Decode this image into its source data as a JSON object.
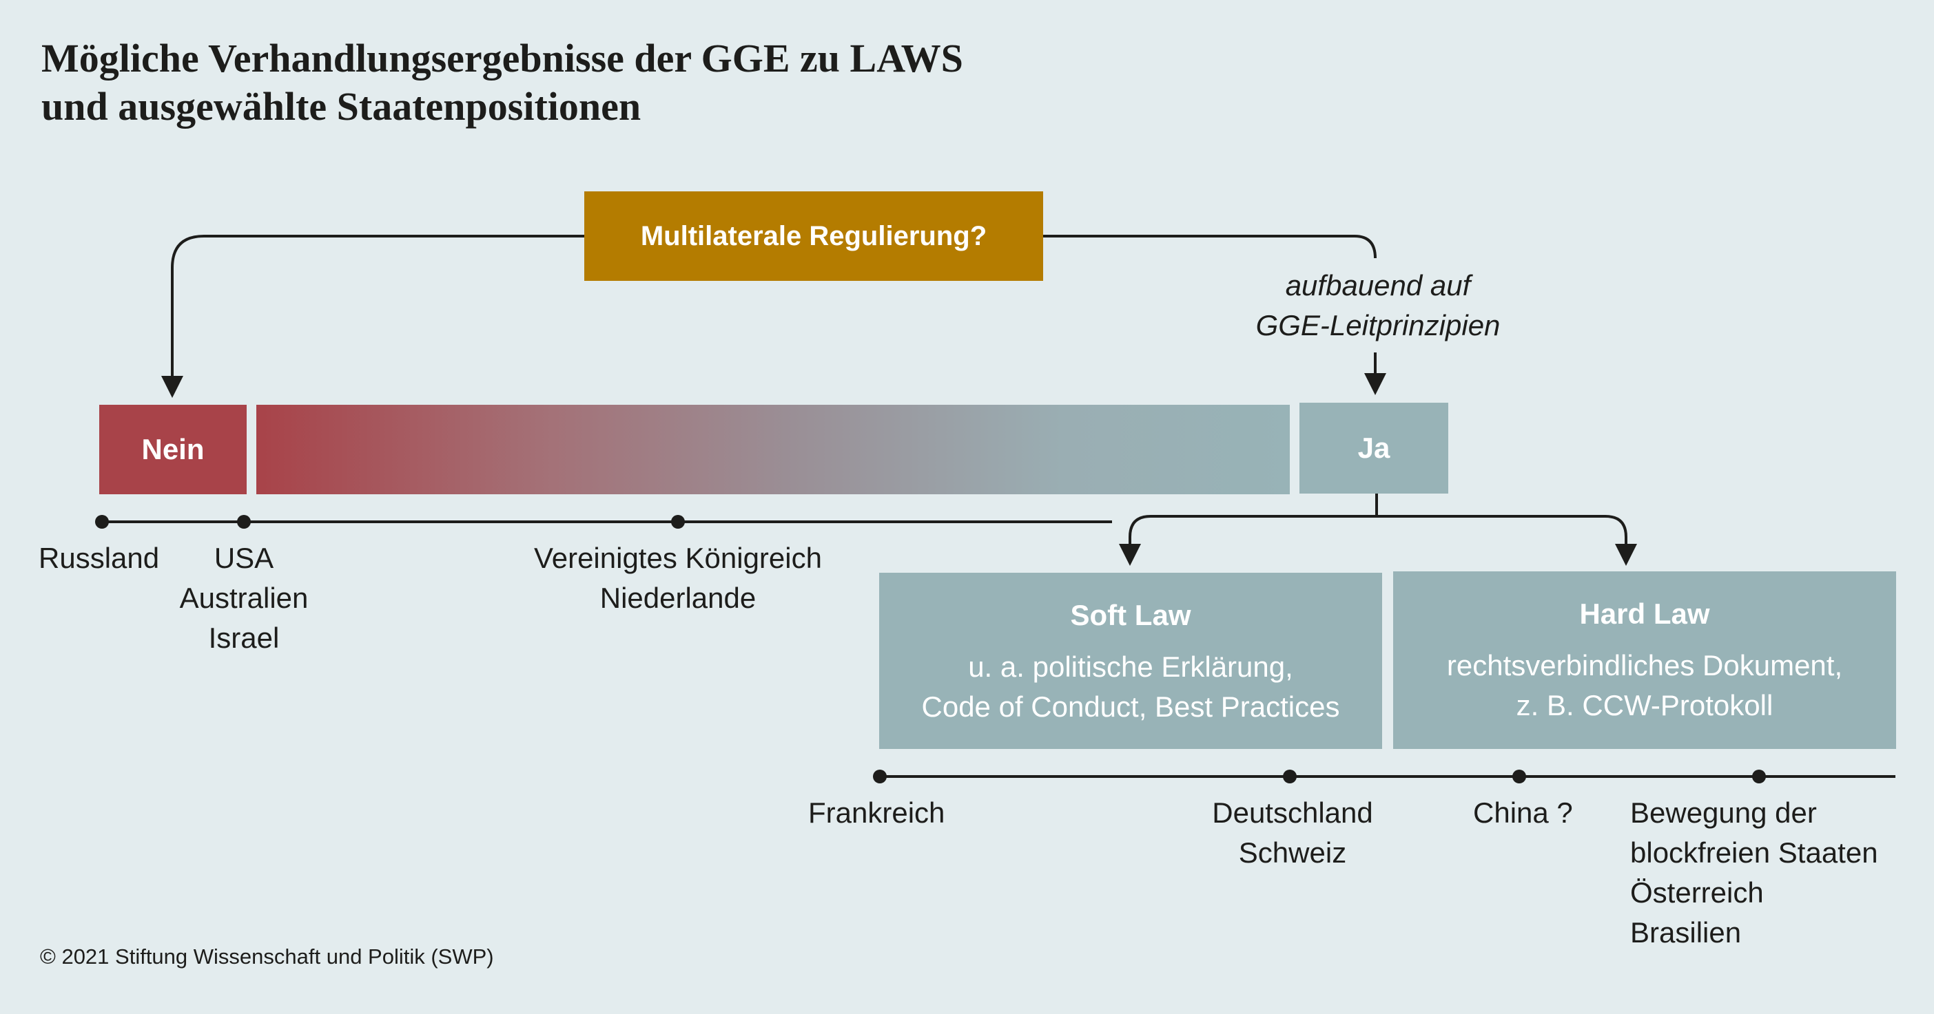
{
  "title": {
    "line1": "Mögliche Verhandlungsergebnisse der GGE zu LAWS",
    "line2": "und ausgewählte Staatenpositionen"
  },
  "question": "Multilaterale Regulierung?",
  "note": {
    "line1": "aufbauend auf",
    "line2": "GGE-Leitprinzipien"
  },
  "nein": "Nein",
  "ja": "Ja",
  "soft_law": {
    "title": "Soft Law",
    "line1": "u. a. politische Erklärung,",
    "line2": "Code of Conduct, Best Practices"
  },
  "hard_law": {
    "title": "Hard Law",
    "line1": "rechtsverbindliches Dokument,",
    "line2": "z. B. CCW-Protokoll"
  },
  "upper_positions": {
    "russland": "Russland",
    "usa": [
      "USA",
      "Australien",
      "Israel"
    ],
    "uk": [
      "Vereinigtes Königreich",
      "Niederlande"
    ]
  },
  "lower_positions": {
    "frankreich": "Frankreich",
    "deutschland": [
      "Deutschland",
      "Schweiz"
    ],
    "china": "China ?",
    "nam": [
      "Bewegung der",
      "blockfreien Staaten",
      "Österreich",
      "Brasilien"
    ]
  },
  "copyright": "© 2021 Stiftung Wissenschaft und Politik (SWP)",
  "colors": {
    "background": "#e3ecee",
    "question_box": "#b47c00",
    "nein_box": "#a84349",
    "ja_box": "#98b3b7",
    "line": "#1d1d1b"
  }
}
